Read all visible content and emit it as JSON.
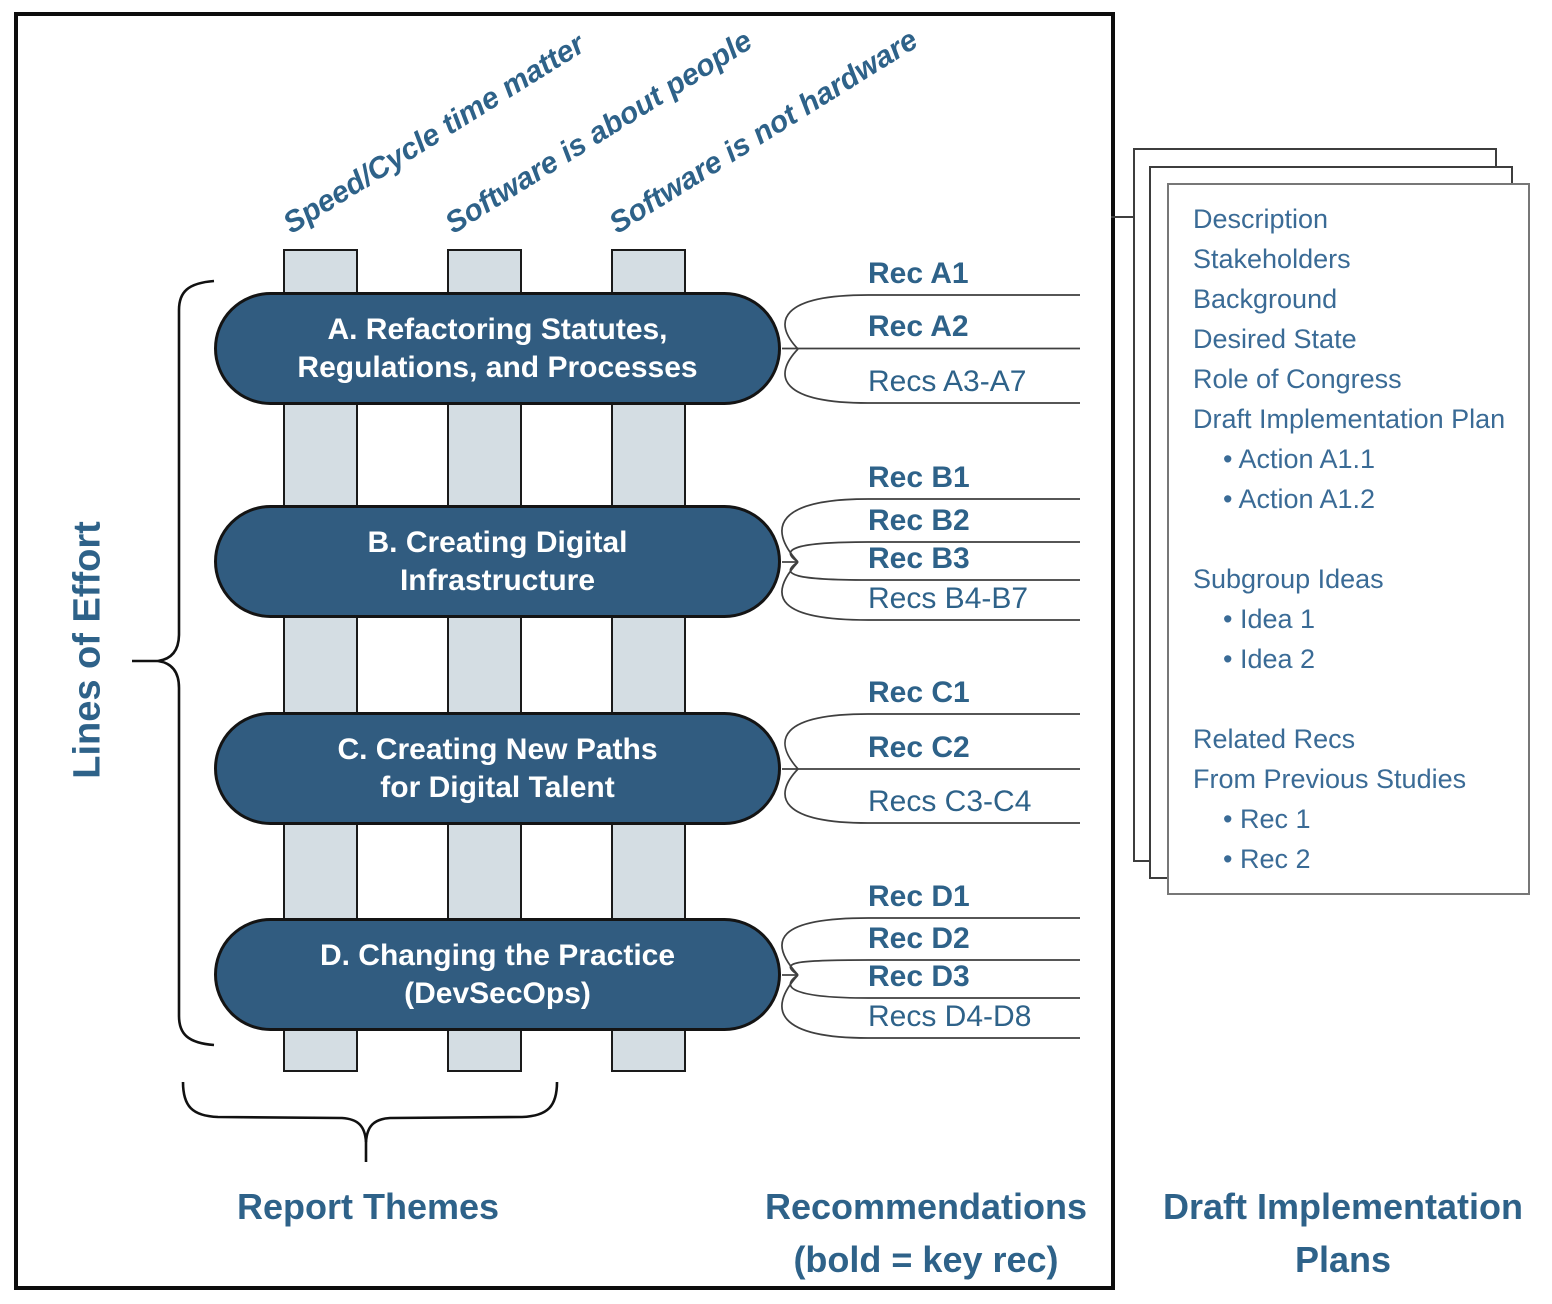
{
  "colors": {
    "accent_text": "#2E6289",
    "pill_fill": "#315C80",
    "bar_fill": "#D4DDE3",
    "page_text": "#3A6B96"
  },
  "column_headers": [
    "Speed/Cycle time matter",
    "Software is about people",
    "Software is not hardware"
  ],
  "left_axis": {
    "label": "Lines of Effort"
  },
  "themes": [
    {
      "id": "A",
      "lines": [
        "A. Refactoring Statutes,",
        "Regulations, and Processes"
      ],
      "recs": [
        {
          "label": "Rec A1",
          "bold": true
        },
        {
          "label": "Rec A2",
          "bold": true
        },
        {
          "label": "Recs A3-A7",
          "bold": false
        }
      ]
    },
    {
      "id": "B",
      "lines": [
        "B. Creating Digital",
        "Infrastructure"
      ],
      "recs": [
        {
          "label": "Rec B1",
          "bold": true
        },
        {
          "label": "Rec B2",
          "bold": true
        },
        {
          "label": "Rec B3",
          "bold": true
        },
        {
          "label": "Recs B4-B7",
          "bold": false
        }
      ]
    },
    {
      "id": "C",
      "lines": [
        "C. Creating New Paths",
        "for Digital Talent"
      ],
      "recs": [
        {
          "label": "Rec C1",
          "bold": true
        },
        {
          "label": "Rec C2",
          "bold": true
        },
        {
          "label": "Recs C3-C4",
          "bold": false
        }
      ]
    },
    {
      "id": "D",
      "lines": [
        "D. Changing the Practice",
        "(DevSecOps)"
      ],
      "recs": [
        {
          "label": "Rec D1",
          "bold": true
        },
        {
          "label": "Rec D2",
          "bold": true
        },
        {
          "label": "Rec D3",
          "bold": true
        },
        {
          "label": "Recs D4-D8",
          "bold": false
        }
      ]
    }
  ],
  "plan_page": {
    "items": [
      {
        "label": "Description",
        "indent": false
      },
      {
        "label": "Stakeholders",
        "indent": false
      },
      {
        "label": "Background",
        "indent": false
      },
      {
        "label": "Desired State",
        "indent": false
      },
      {
        "label": "Role of Congress",
        "indent": false
      },
      {
        "label": "Draft Implementation Plan",
        "indent": false
      },
      {
        "label": "• Action A1.1",
        "indent": true
      },
      {
        "label": "• Action A1.2",
        "indent": true
      },
      {
        "label": "",
        "indent": false
      },
      {
        "label": "Subgroup Ideas",
        "indent": false
      },
      {
        "label": "• Idea 1",
        "indent": true
      },
      {
        "label": "• Idea 2",
        "indent": true
      },
      {
        "label": "",
        "indent": false
      },
      {
        "label": "Related Recs",
        "indent": false
      },
      {
        "label": "From Previous Studies",
        "indent": false
      },
      {
        "label": "• Rec 1",
        "indent": true
      },
      {
        "label": "• Rec 2",
        "indent": true
      }
    ]
  },
  "footer": {
    "report_themes": "Report Themes",
    "recommendations_line1": "Recommendations",
    "recommendations_line2": "(bold = key rec)",
    "plans_line1": "Draft Implementation",
    "plans_line2": "Plans"
  }
}
